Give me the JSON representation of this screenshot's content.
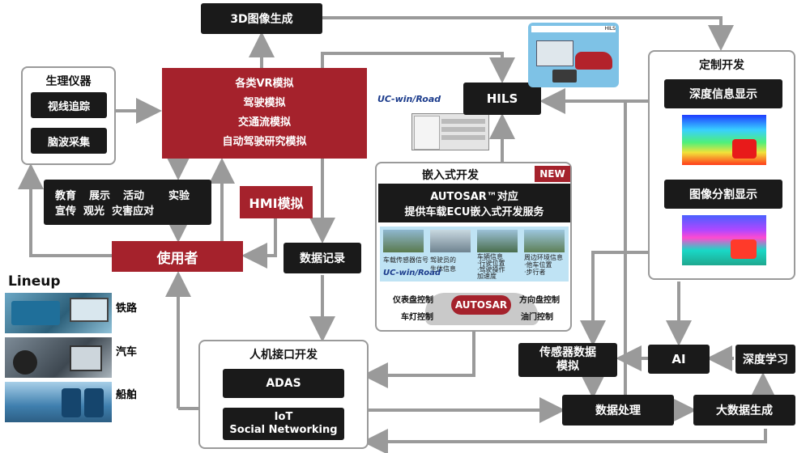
{
  "top_box": "3D图像生成",
  "physio": {
    "title": "生理仪器",
    "items": [
      "视线追踪",
      "脑波采集"
    ]
  },
  "vr": {
    "lines": [
      "各类VR模拟",
      "驾驶模拟",
      "交通流模拟",
      "自动驾驶研究模拟"
    ]
  },
  "uses": {
    "row1": [
      "教育",
      "展示",
      "活动",
      "实验"
    ],
    "row2": "宣传  观光  灾害应对"
  },
  "hmi_sim": "HMI模拟",
  "user": "使用者",
  "data_record": "数据记录",
  "hils": "HILS",
  "hils_screen_label": "HILS",
  "ucwin_logo": "UC-win/Road",
  "embedded": {
    "title": "嵌入式开发",
    "badge": "NEW",
    "header_line1": "AUTOSAR™对应",
    "header_line2": "提供车载ECU嵌入式开发服务",
    "thumb_labels": [
      "车载传感器信号",
      "驾驶员的\n生体信息",
      "车辆信息\n·行驶位置\n·驾驶操作\n加速度",
      "周边环境信息\n·他车位置\n·步行者"
    ],
    "autosar": "AUTOSAR",
    "controls": [
      "仪表盘控制",
      "车灯控制",
      "方向盘控制",
      "油门控制"
    ]
  },
  "custom": {
    "title": "定制开发",
    "items": [
      "深度信息显示",
      "图像分割显示"
    ]
  },
  "hmi_dev": {
    "title": "人机接口开发",
    "items": [
      "ADAS",
      "IoT\nSocial Networking"
    ]
  },
  "sensor_sim": "传感器数据\n模拟",
  "ai": "AI",
  "deep_learning": "深度学习",
  "data_processing": "数据处理",
  "big_data": "大数据生成",
  "lineup": {
    "title": "Lineup",
    "items": [
      "铁路",
      "汽车",
      "船舶"
    ]
  },
  "colors": {
    "red": "#a5222c",
    "black": "#1a1a1a",
    "gray_line": "#9a9a9a"
  }
}
